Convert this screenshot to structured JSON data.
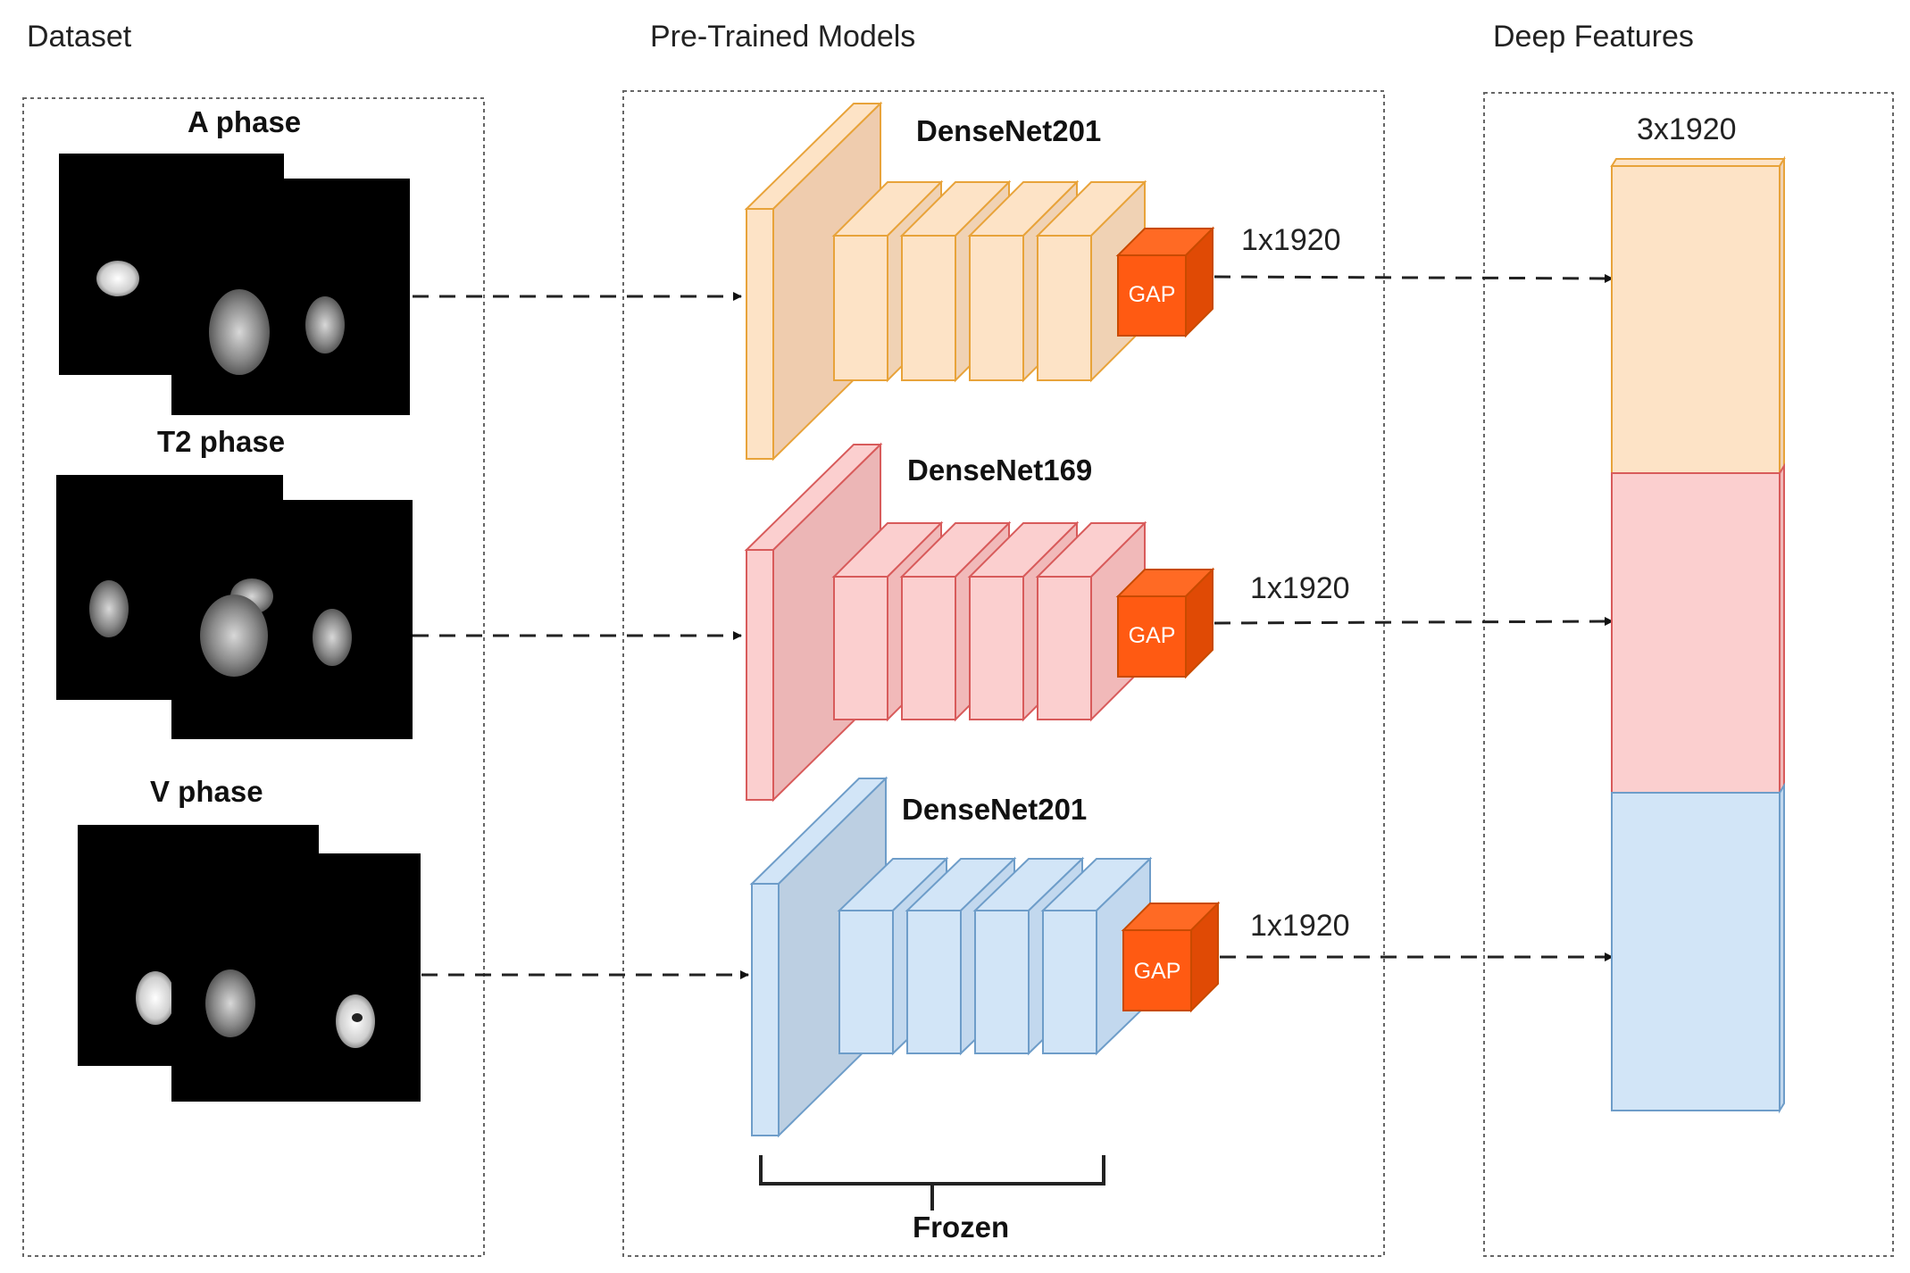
{
  "sections": {
    "dataset": "Dataset",
    "models": "Pre-Trained Models",
    "features": "Deep Features"
  },
  "phases": [
    {
      "label": "A phase"
    },
    {
      "label": "T2 phase"
    },
    {
      "label": "V phase"
    }
  ],
  "models": [
    {
      "name": "DenseNet201",
      "gap": "GAP",
      "output": "1x1920",
      "fill": "#fde3c6",
      "stroke": "#e8a33a"
    },
    {
      "name": "DenseNet169",
      "gap": "GAP",
      "output": "1x1920",
      "fill": "#fbcfcf",
      "stroke": "#d85b5b"
    },
    {
      "name": "DenseNet201",
      "gap": "GAP",
      "output": "1x1920",
      "fill": "#d2e5f7",
      "stroke": "#6e9dc9"
    }
  ],
  "feature_vector": {
    "label": "3x1920"
  },
  "frozen": {
    "label": "Frozen"
  },
  "colors": {
    "gap_fill": "#ff5a12",
    "gap_stroke": "#c94a00",
    "orange_fill": "#fde3c6",
    "orange_stroke": "#e8a33a",
    "red_fill": "#fbcfcf",
    "red_stroke": "#d85b5b",
    "blue_fill": "#d2e5f7",
    "blue_stroke": "#6e9dc9"
  }
}
